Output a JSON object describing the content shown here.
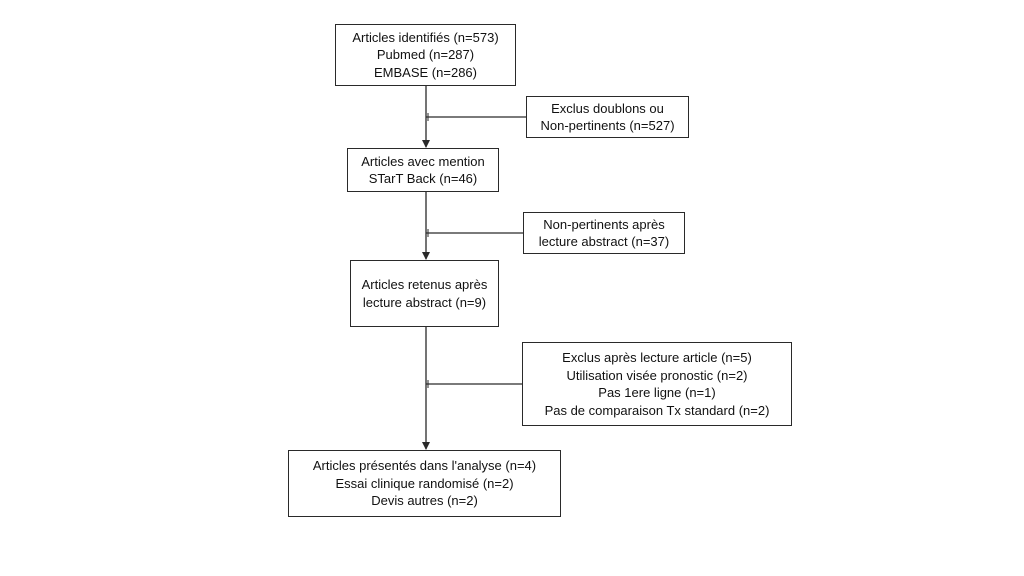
{
  "flowchart": {
    "boxes": {
      "identified": {
        "lines": [
          "Articles identifiés (n=573)",
          "Pubmed (n=287)",
          "EMBASE (n=286)"
        ]
      },
      "excluded_duplicates": {
        "lines": [
          "Exclus doublons ou",
          "Non-pertinents (n=527)"
        ]
      },
      "start_back": {
        "lines": [
          "Articles avec mention",
          "STarT Back (n=46)"
        ]
      },
      "excluded_abstract": {
        "lines": [
          "Non-pertinents après",
          "lecture abstract (n=37)"
        ]
      },
      "retained": {
        "lines": [
          "Articles retenus après",
          "lecture abstract (n=9)"
        ]
      },
      "excluded_article": {
        "lines": [
          "Exclus après lecture article (n=5)",
          "Utilisation visée pronostic (n=2)",
          "Pas 1ere ligne (n=1)",
          "Pas de comparaison Tx standard (n=2)"
        ]
      },
      "analysis": {
        "lines": [
          "Articles présentés dans l'analyse (n=4)",
          "Essai clinique randomisé (n=2)",
          "Devis autres (n=2)"
        ]
      }
    },
    "colors": {
      "line": "#2a2a2a",
      "border": "#2a2a2a",
      "background": "#ffffff"
    }
  }
}
